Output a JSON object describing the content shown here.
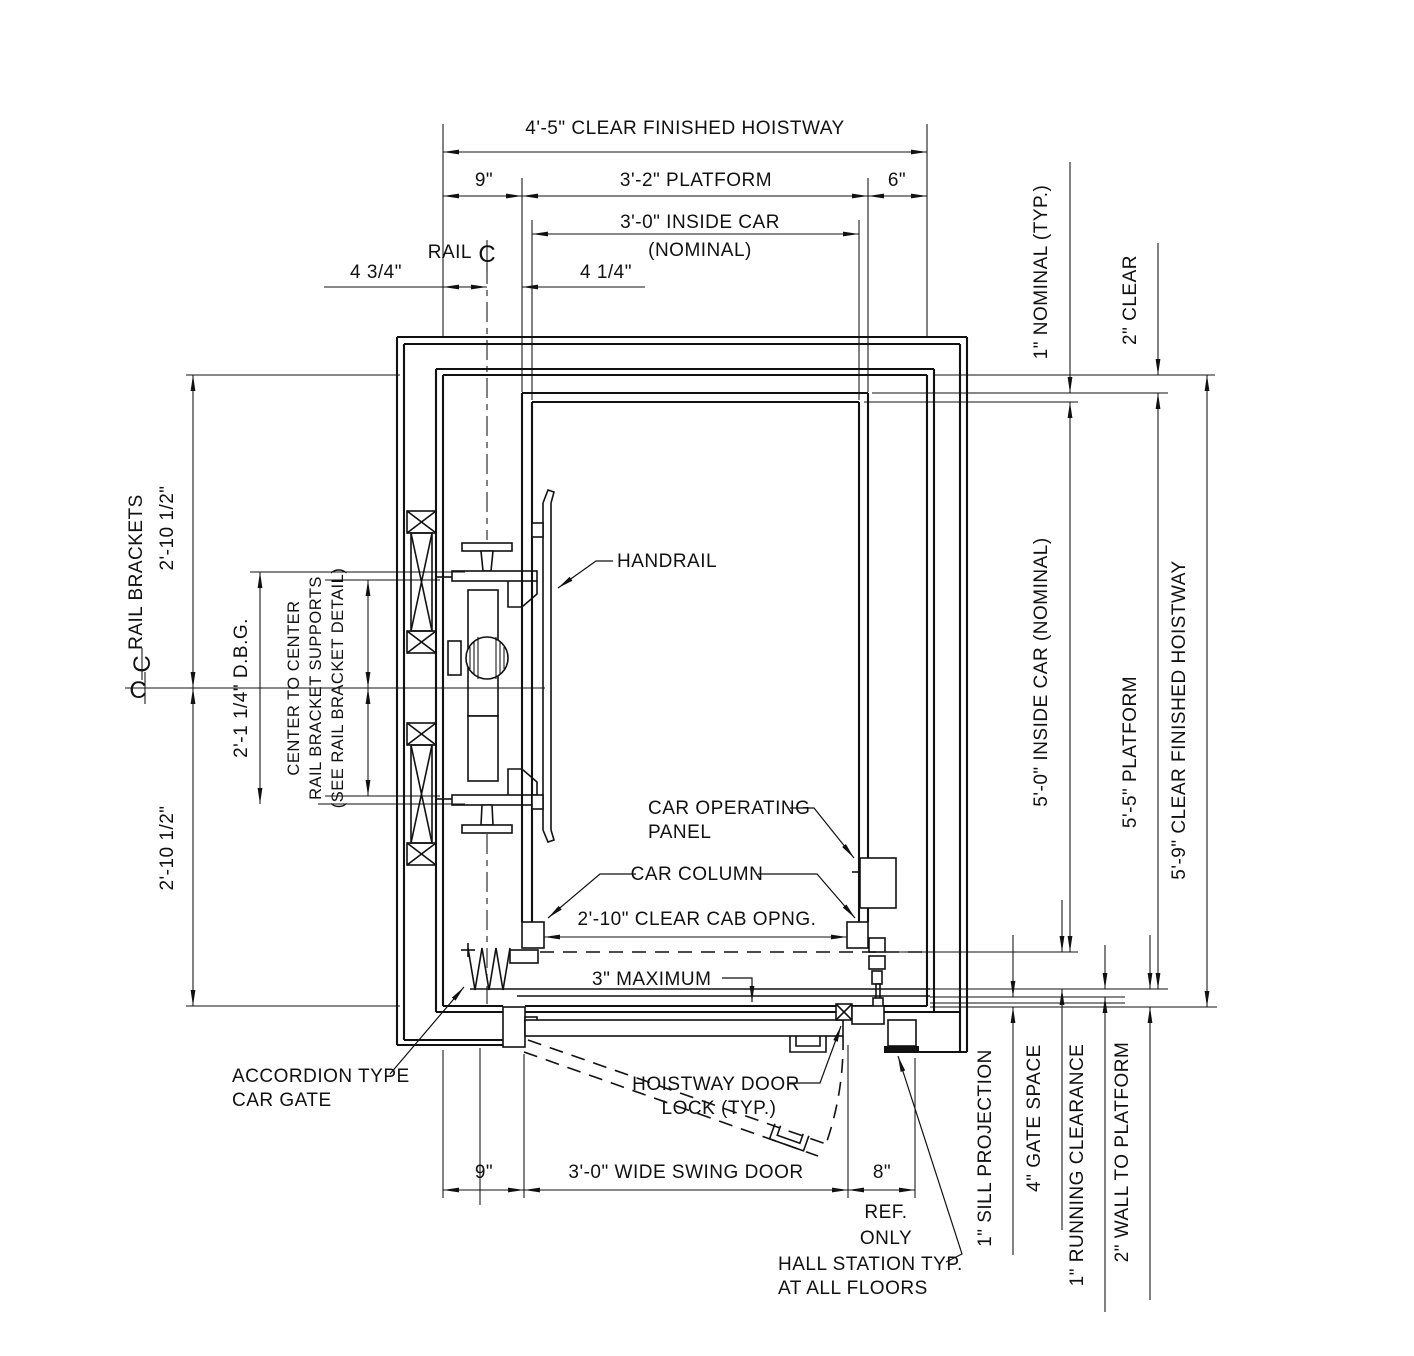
{
  "drawing": {
    "labels": {
      "top_hoistway": "4'-5\" CLEAR FINISHED HOISTWAY",
      "top_9": "9\"",
      "top_platform": "3'-2\" PLATFORM",
      "top_6": "6\"",
      "top_inside_car": "3'-0\" INSIDE CAR",
      "top_inside_car_note": "(NOMINAL)",
      "rail_word": "RAIL",
      "cl_letter": "C",
      "dim_4_3_4": "4 3/4\"",
      "dim_4_1_4": "4 1/4\"",
      "right_1_nominal": "1\" NOMINAL (TYP.)",
      "right_2_clear": "2\" CLEAR",
      "right_inside_car": "5'-0\" INSIDE CAR (NOMINAL)",
      "right_platform": "5'-5\" PLATFORM",
      "right_hoistway": "5'-9\" CLEAR FINISHED HOISTWAY",
      "rail_brackets": "RAIL BRACKETS",
      "left_2_10_upper": "2'-10 1/2\"",
      "left_2_10_lower": "2'-10 1/2\"",
      "dbg": "2'-1 1/4\" D.B.G.",
      "ctc_1": "CENTER TO CENTER",
      "ctc_2": "RAIL BRACKET SUPPORTS",
      "ctc_3": "(SEE RAIL BRACKET DETAIL)",
      "handrail": "HANDRAIL",
      "cop_1": "CAR OPERATING",
      "cop_2": "PANEL",
      "car_column": "CAR COLUMN",
      "cab_opng": "2'-10\" CLEAR CAB OPNG.",
      "max_3": "3\" MAXIMUM",
      "accordion_1": "ACCORDION TYPE",
      "accordion_2": "CAR GATE",
      "door_lock_1": "HOISTWAY DOOR",
      "door_lock_2": "LOCK (TYP.)",
      "bottom_9": "9\"",
      "bottom_swing_door": "3'-0\" WIDE SWING DOOR",
      "bottom_8": "8\"",
      "ref_1": "REF.",
      "ref_2": "ONLY",
      "hall_1": "HALL STATION TYP.",
      "hall_2": "AT ALL FLOORS",
      "sill_projection": "1\" SILL PROJECTION",
      "gate_space": "4\" GATE SPACE",
      "running_clearance": "1\" RUNNING CLEARANCE",
      "wall_to_platform": "2\" WALL TO PLATFORM"
    },
    "line_color": "#111111",
    "background": "#ffffff"
  }
}
